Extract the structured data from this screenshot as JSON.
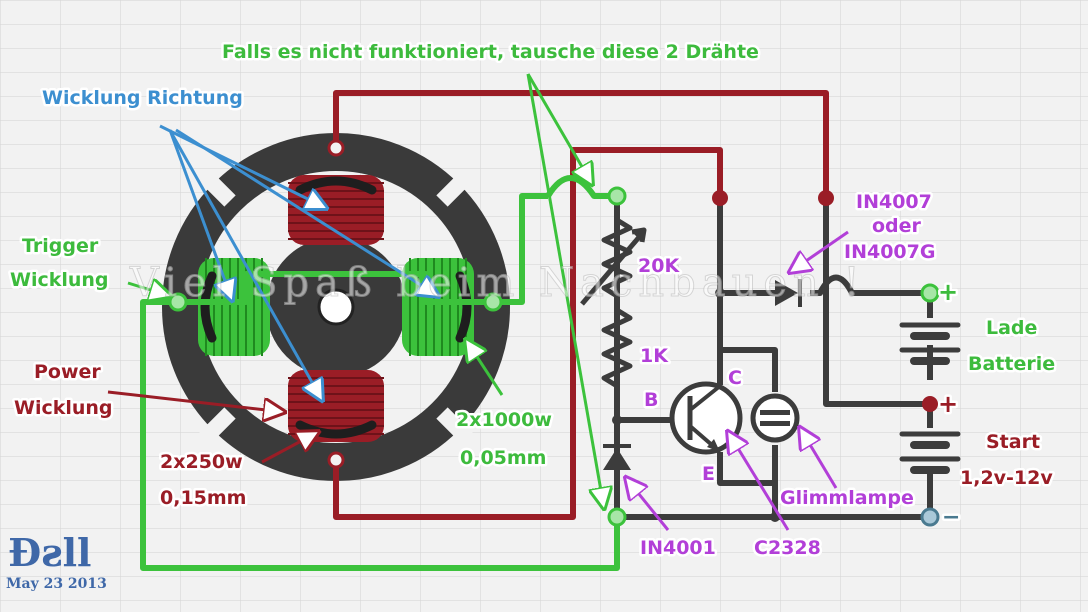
{
  "colors": {
    "power_wire": "#9a1d26",
    "trigger_wire": "#3cc23c",
    "circuit_wire": "#3c3c3c",
    "label_green": "#3dbb3d",
    "label_blue": "#3c8fd0",
    "label_red": "#9a1d26",
    "label_purple": "#b23fd8",
    "rotor_dark": "#3a3a3a",
    "signature_blue": "#3f68a8"
  },
  "labels": {
    "title_swap": "Falls es nicht funktioniert, tausche diese 2 Drähte",
    "winding_direction": "Wicklung Richtung",
    "trigger_line1": "Trigger",
    "trigger_line2": "Wicklung",
    "power_line1": "Power",
    "power_line2": "Wicklung",
    "power_spec_line1": "2x250w",
    "power_spec_line2": "0,15mm",
    "trigger_spec_line1": "2x1000w",
    "trigger_spec_line2": "0,05mm",
    "pot": "20K",
    "resistor": "1K",
    "pin_b": "B",
    "pin_c": "C",
    "pin_e": "E",
    "diode_top_line1": "IN4007",
    "diode_top_line2": "oder",
    "diode_top_line3": "IN4007G",
    "charge_line1": "Lade",
    "charge_line2": "Batterie",
    "start_line1": "Start",
    "start_line2": "1,2v-12v",
    "neon": "Glimmlampe",
    "diode_bottom": "IN4001",
    "transistor": "C2328",
    "plus1": "+",
    "plus2": "+",
    "minus": "−",
    "watermark": "Viel Spaß beim Nachbauen !"
  },
  "signature": {
    "name": "Ðƨll",
    "date": "May 23 2013"
  }
}
